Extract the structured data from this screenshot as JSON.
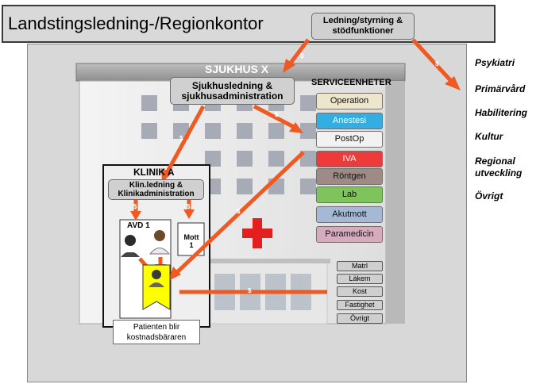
{
  "title": "Landstingsledning-/Regionkontor",
  "ledning_box": "Ledning/styrning & stödfunktioner",
  "building_title": "SJUKHUS X",
  "sjukhusledning_box": "Sjukhusledning & sjukhusadministration",
  "serviceenheter_label": "SERVICEENHETER",
  "service_units": [
    {
      "label": "Operation",
      "color": "#ede5cc"
    },
    {
      "label": "Anestesi",
      "color": "#33aee3"
    },
    {
      "label": "PostOp",
      "color": "#f2f2f2"
    },
    {
      "label": "IVA",
      "color": "#ee3a3a"
    },
    {
      "label": "Röntgen",
      "color": "#9e8b85"
    },
    {
      "label": "Lab",
      "color": "#7ec35c"
    },
    {
      "label": "Akutmott",
      "color": "#a3b9d6"
    },
    {
      "label": "Paramedicin",
      "color": "#d6abbe"
    }
  ],
  "small_units": [
    "Matrl",
    "Läkem",
    "Kost",
    "Fastighet",
    "Övrigt"
  ],
  "klinik_label": "KLINIK A",
  "klinledning_box": "Klin.ledning & Klinikadministration",
  "avd_label": "AVD 1",
  "mott_label": "Mott 1",
  "patient_note": "Patienten blir kostnadsbäraren",
  "right_list": [
    "Psykiatri",
    "Primärvård",
    "Habilitering",
    "Kultur",
    "Regional utveckling",
    "Övrigt"
  ],
  "money_symbol": "$",
  "colors": {
    "arrow": "#ee5a22",
    "patient_highlight": "#ffff00",
    "cross": "#e4201f"
  }
}
